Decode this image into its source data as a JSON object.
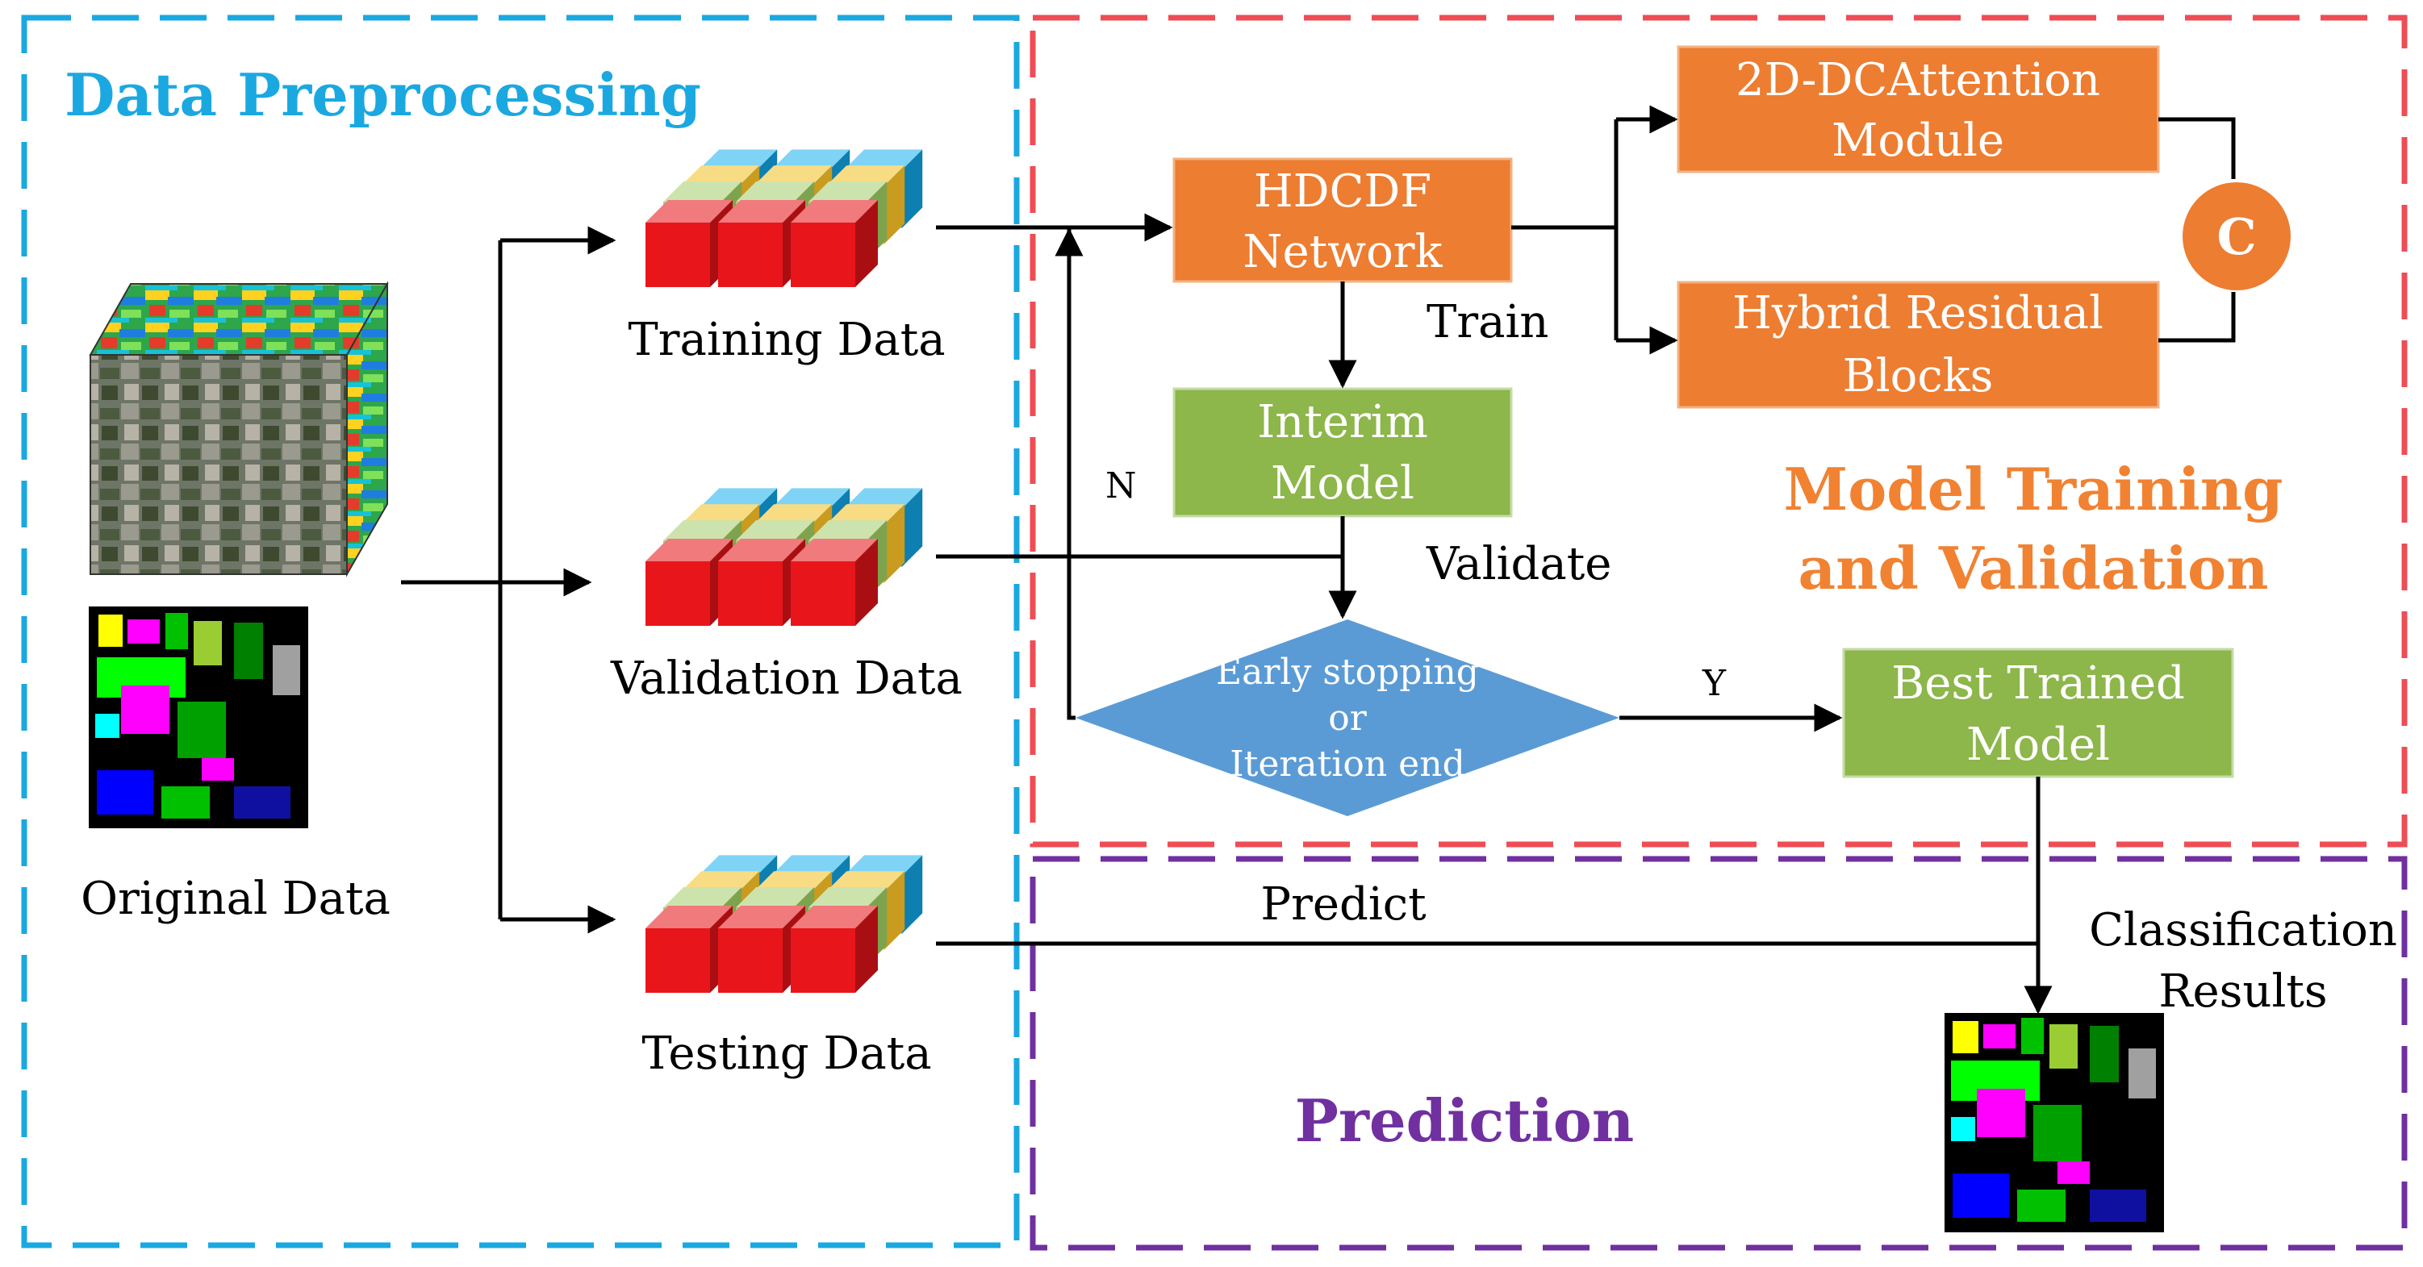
{
  "sections": {
    "preprocessing": {
      "title": "Data Preprocessing",
      "color": "#1ba8e0"
    },
    "training": {
      "title_line1": "Model Training",
      "title_line2": "and Validation",
      "color": "#f08232",
      "border": "#ee4d55"
    },
    "prediction": {
      "title": "Prediction",
      "color": "#7b3aa6"
    }
  },
  "inputs": {
    "original_label": "Original Data"
  },
  "datasets": {
    "training": "Training Data",
    "validation": "Validation Data",
    "testing": "Testing Data"
  },
  "nodes": {
    "network_line1": "HDCDF",
    "network_line2": "Network",
    "attention_line1": "2D-DCAttention",
    "attention_line2": "Module",
    "residual_line1": "Hybrid Residual",
    "residual_line2": "Blocks",
    "concat": "C",
    "interim_line1": "Interim",
    "interim_line2": "Model",
    "decision_line1": "Early stopping",
    "decision_line2": "or",
    "decision_line3": "Iteration end",
    "best_line1": "Best Trained",
    "best_line2": "Model"
  },
  "edge_labels": {
    "train": "Train",
    "validate": "Validate",
    "no": "N",
    "yes": "Y",
    "predict": "Predict",
    "results_line1": "Classification",
    "results_line2": "Results"
  },
  "colors": {
    "orange_box": "#ed7d31",
    "green_box": "#8db64b",
    "decision": "#5b9bd5",
    "purple_border": "#7030a0"
  }
}
